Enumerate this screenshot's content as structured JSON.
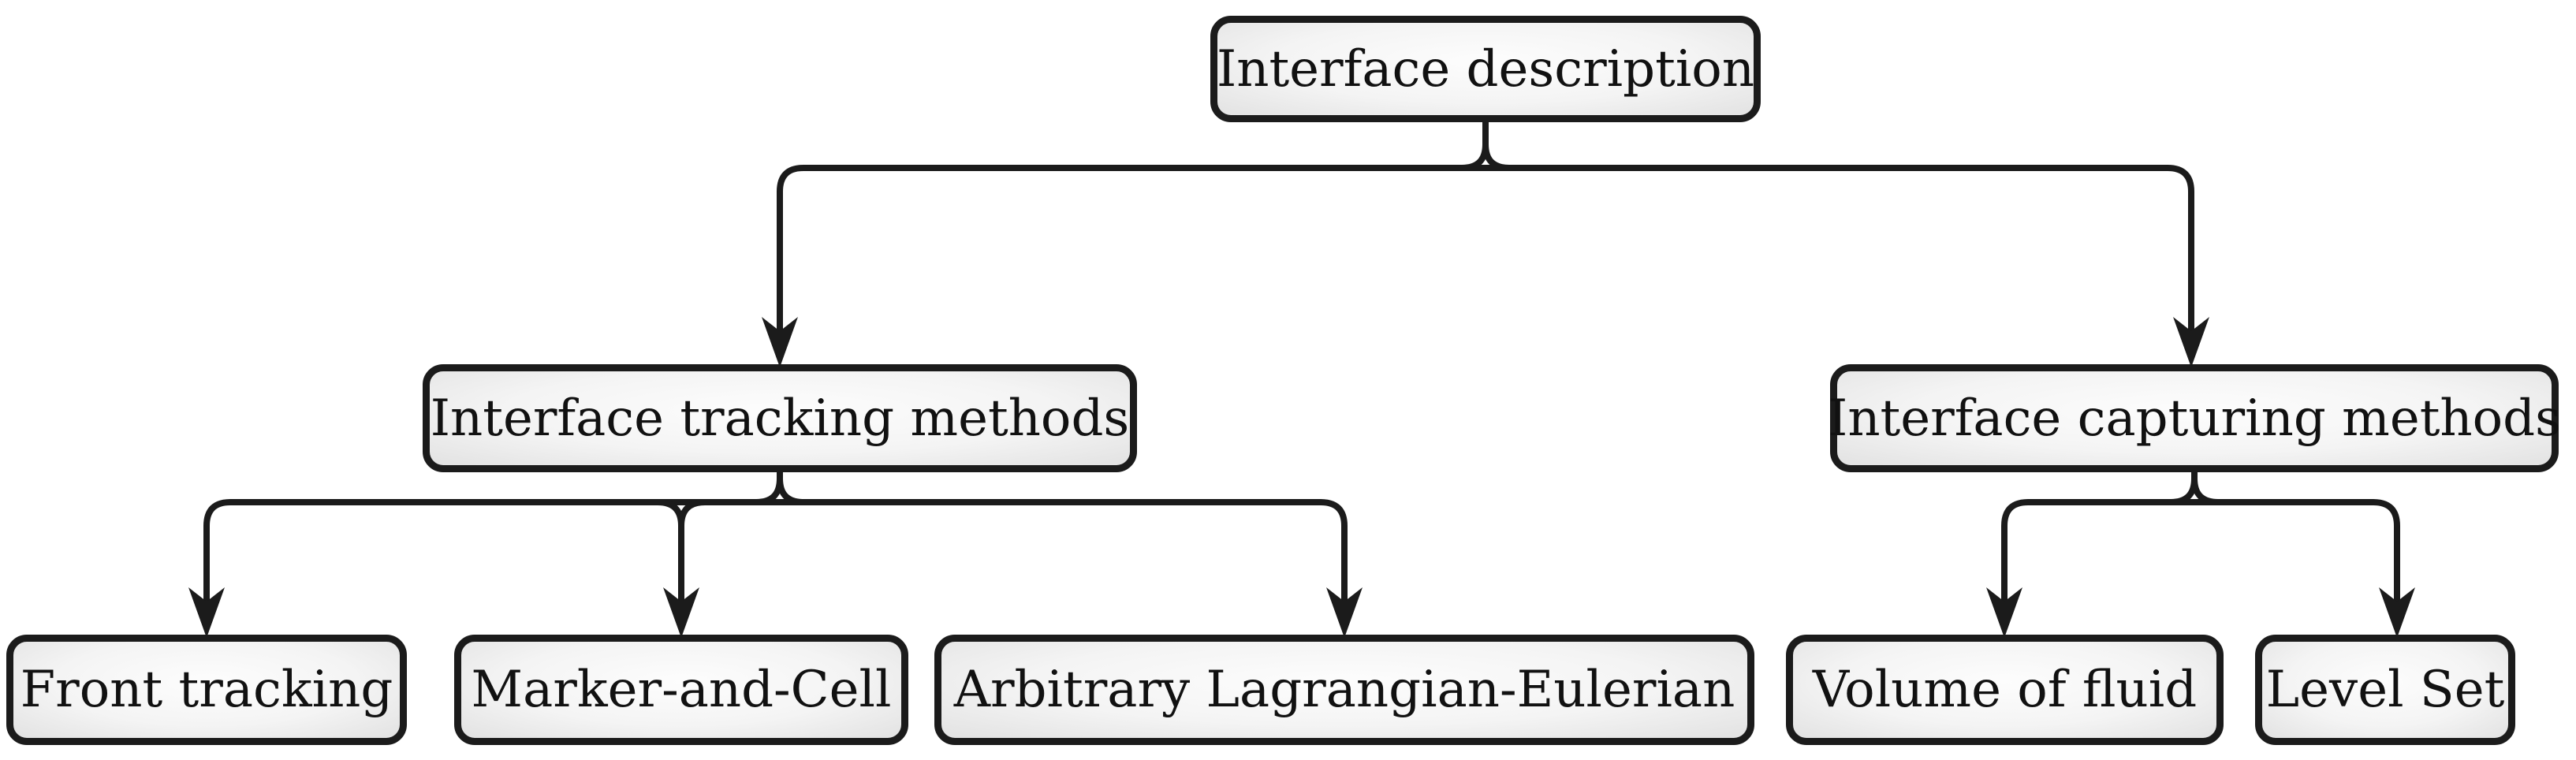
{
  "diagram": {
    "type": "tree",
    "nodes": {
      "root": "Interface description",
      "tracking": "Interface tracking methods",
      "capturing": "Interface capturing methods",
      "front_tracking": "Front tracking",
      "marker_and_cell": "Marker-and-Cell",
      "ale": "Arbitrary Lagrangian-Eulerian",
      "volume_of_fluid": "Volume of fluid",
      "level_set": "Level Set"
    },
    "edges": [
      {
        "from": "Interface description",
        "to": "Interface tracking methods"
      },
      {
        "from": "Interface description",
        "to": "Interface capturing methods"
      },
      {
        "from": "Interface tracking methods",
        "to": "Front tracking"
      },
      {
        "from": "Interface tracking methods",
        "to": "Marker-and-Cell"
      },
      {
        "from": "Interface tracking methods",
        "to": "Arbitrary Lagrangian-Eulerian"
      },
      {
        "from": "Interface capturing methods",
        "to": "Volume of fluid"
      },
      {
        "from": "Interface capturing methods",
        "to": "Level Set"
      }
    ],
    "colors": {
      "line": "#1b1b1b",
      "box_border": "#1b1b1b",
      "box_fill_center": "#fdfdfd",
      "box_fill_edge": "#e2e2e2",
      "text": "#111111",
      "background": "#ffffff"
    }
  }
}
